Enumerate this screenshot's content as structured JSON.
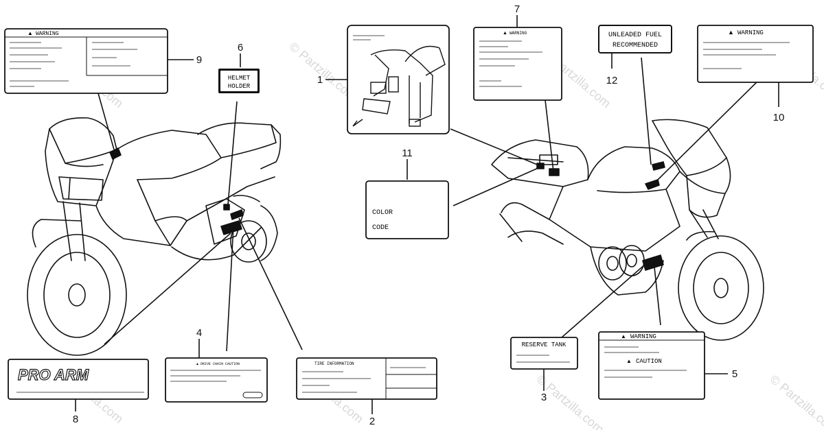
{
  "callouts": [
    "1",
    "2",
    "3",
    "4",
    "5",
    "6",
    "7",
    "8",
    "9",
    "10",
    "11",
    "12"
  ],
  "labels": {
    "warning": "WARNING",
    "caution": "CAUTION",
    "helmet_line1": "HELMET",
    "helmet_line2": "HOLDER",
    "fuel_line1": "UNLEADED FUEL",
    "fuel_line2": "RECOMMENDED",
    "reserve_tank": "RESERVE TANK",
    "color": "COLOR",
    "code": "CODE",
    "pro_arm": "PRO ARM",
    "tire_info": "TIRE INFORMATION",
    "drive_chain_caution": "DRIVE CHAIN CAUTION"
  },
  "watermark": "© Partzilla.com",
  "colors": {
    "line": "#111111",
    "watermark": "#d8d8d8"
  }
}
